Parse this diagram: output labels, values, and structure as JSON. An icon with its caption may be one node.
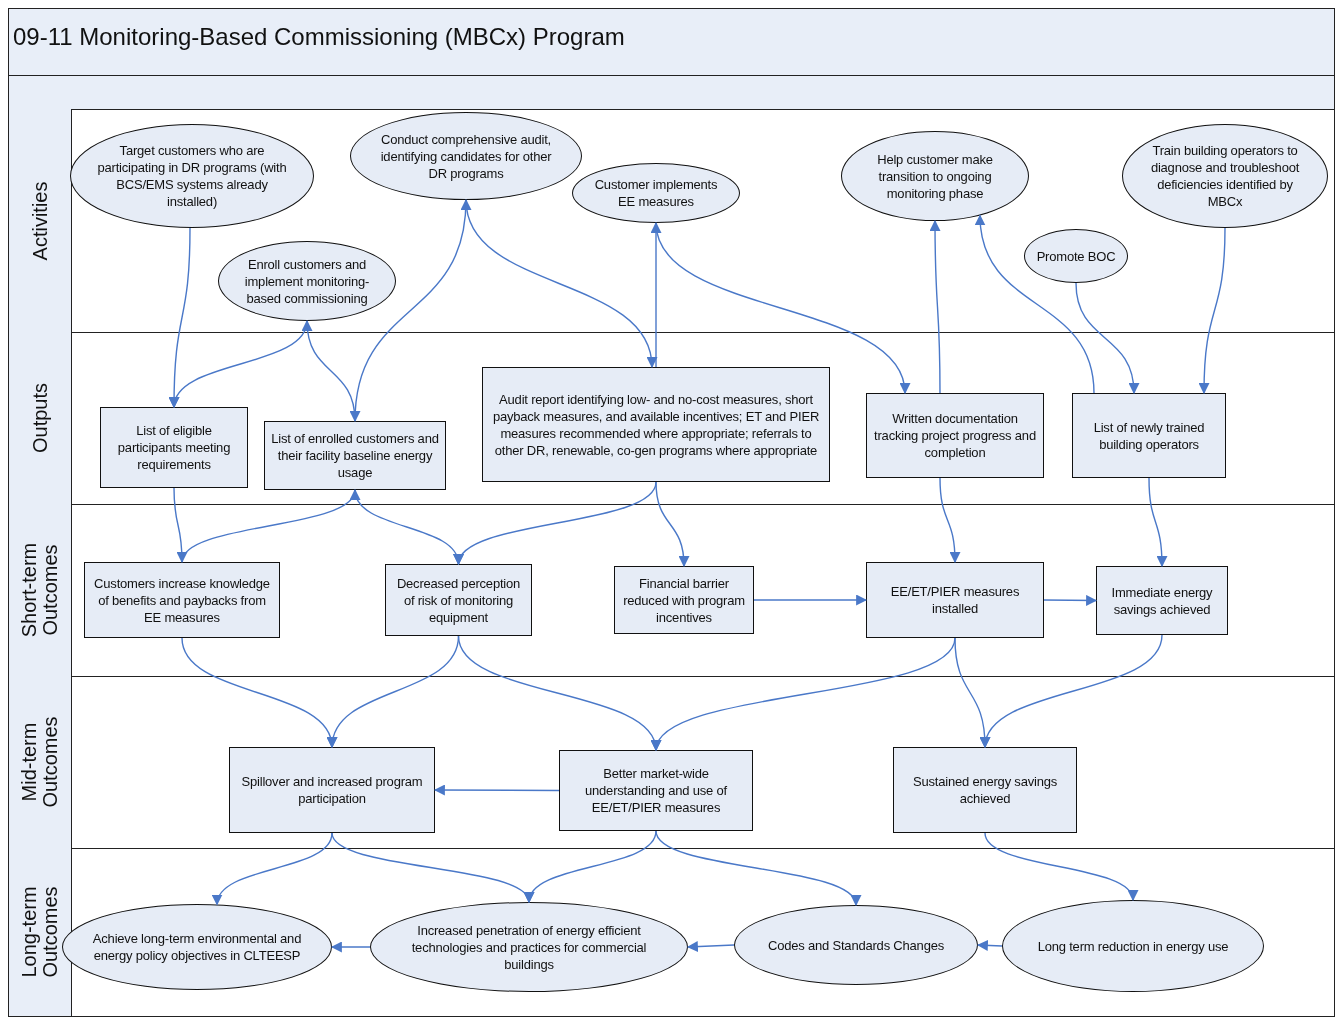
{
  "diagram": {
    "title": "09-11 Monitoring-Based Commissioning (MBCx) Program",
    "nodes": [
      {
        "text": [
          "Activities"
        ]
      },
      {
        "text": [
          "Outputs"
        ]
      },
      {
        "text": [
          "Short-term Outcomes"
        ]
      },
      {
        "text": [
          "Mid-term Outcomes"
        ]
      },
      {
        "text": [
          "Long-term Outcomes"
        ]
      },
      {
        "text": [
          "Target customers who are participating in DR programs (with BCS/EMS systems already installed)"
        ],
        "in": 0
      },
      {
        "text": [
          "Conduct comprehensive audit, identifying candidates for other DR programs"
        ],
        "in": 0
      },
      {
        "text": [
          "Customer implements EE measures"
        ],
        "in": 0
      },
      {
        "text": [
          "Enroll customers and implement monitoring-based commissioning"
        ],
        "in": 0
      },
      {
        "text": [
          "Help customer make transition to ongoing monitoring phase"
        ],
        "in": 0
      },
      {
        "text": [
          "Promote BOC"
        ],
        "in": 0
      },
      {
        "text": [
          "Train building operators to diagnose and troubleshoot deficiencies identified by MBCx"
        ],
        "in": 0
      },
      {
        "text": [
          "List of eligible participants meeting requirements"
        ],
        "in": 1
      },
      {
        "text": [
          "List of enrolled customers and their facility baseline energy usage"
        ],
        "in": 1
      },
      {
        "text": [
          "Audit report identifying low- and no-cost measures, short payback measures, and available incentives; ET and PIER measures recommended where appropriate; referrals to other DR, renewable, co-gen programs where appropriate"
        ],
        "in": 1
      },
      {
        "text": [
          "Written documentation tracking project progress and completion"
        ],
        "in": 1
      },
      {
        "text": [
          "List of newly trained building operators"
        ],
        "in": 1
      },
      {
        "text": [
          "Customers increase knowledge of benefits and paybacks from EE measures"
        ],
        "in": 2
      },
      {
        "text": [
          "Decreased perception of risk of monitoring equipment"
        ],
        "in": 2
      },
      {
        "text": [
          "Financial barrier reduced with program incentives"
        ],
        "in": 2
      },
      {
        "text": [
          "EE/ET/PIER measures installed"
        ],
        "in": 2
      },
      {
        "text": [
          "Immediate energy savings achieved"
        ],
        "in": 2
      },
      {
        "text": [
          "Spillover and increased program participation"
        ],
        "in": 3
      },
      {
        "text": [
          "Better market-wide understanding and use of EE/ET/PIER measures"
        ],
        "in": 3
      },
      {
        "text": [
          "Sustained energy savings achieved"
        ],
        "in": 3
      },
      {
        "text": [
          "Achieve long-term environmental and energy policy objectives in CLTEESP"
        ],
        "in": 4
      },
      {
        "text": [
          "Increased penetration of energy efficient technologies and practices for commercial buildings"
        ],
        "in": 4
      },
      {
        "text": [
          "Codes and Standards Changes"
        ],
        "in": 4
      },
      {
        "text": [
          "Long term reduction in energy use"
        ],
        "in": 4
      }
    ],
    "edges": [
      {
        "from": 5,
        "to": 12,
        "arrow": "to"
      },
      {
        "from": 8,
        "to": 12,
        "arrow": "to"
      },
      {
        "from": 8,
        "to": 13,
        "arrow": "both"
      },
      {
        "from": 13,
        "to": 6,
        "arrow": "to"
      },
      {
        "from": 6,
        "to": 14,
        "arrow": "to"
      },
      {
        "from": 14,
        "to": 7,
        "arrow": "to"
      },
      {
        "from": 7,
        "to": 15,
        "arrow": "to"
      },
      {
        "from": 15,
        "to": 9,
        "arrow": "to"
      },
      {
        "from": 16,
        "to": 9,
        "arrow": "to"
      },
      {
        "from": 10,
        "to": 16,
        "arrow": "to"
      },
      {
        "from": 11,
        "to": 16,
        "arrow": "to"
      },
      {
        "from": 12,
        "to": 17,
        "arrow": "to"
      },
      {
        "from": 17,
        "to": 13,
        "arrow": "to"
      },
      {
        "from": 13,
        "to": 18,
        "arrow": "to"
      },
      {
        "from": 14,
        "to": 18,
        "arrow": "to"
      },
      {
        "from": 14,
        "to": 19,
        "arrow": "to"
      },
      {
        "from": 19,
        "to": 20,
        "arrow": "to"
      },
      {
        "from": 20,
        "to": 21,
        "arrow": "to"
      },
      {
        "from": 15,
        "to": 20,
        "arrow": "to"
      },
      {
        "from": 16,
        "to": 21,
        "arrow": "to"
      },
      {
        "from": 17,
        "to": 22,
        "arrow": "to"
      },
      {
        "from": 18,
        "to": 22,
        "arrow": "to"
      },
      {
        "from": 18,
        "to": 23,
        "arrow": "to"
      },
      {
        "from": 20,
        "to": 23,
        "arrow": "to"
      },
      {
        "from": 23,
        "to": 22,
        "arrow": "to"
      },
      {
        "from": 20,
        "to": 24,
        "arrow": "to"
      },
      {
        "from": 21,
        "to": 24,
        "arrow": "to"
      },
      {
        "from": 22,
        "to": 25,
        "arrow": "to"
      },
      {
        "from": 22,
        "to": 26,
        "arrow": "to"
      },
      {
        "from": 23,
        "to": 26,
        "arrow": "to"
      },
      {
        "from": 23,
        "to": 27,
        "arrow": "to"
      },
      {
        "from": 24,
        "to": 28,
        "arrow": "to"
      },
      {
        "from": 28,
        "to": 27,
        "arrow": "to"
      },
      {
        "from": 27,
        "to": 26,
        "arrow": "to"
      },
      {
        "from": 26,
        "to": 25,
        "arrow": "to"
      }
    ]
  }
}
